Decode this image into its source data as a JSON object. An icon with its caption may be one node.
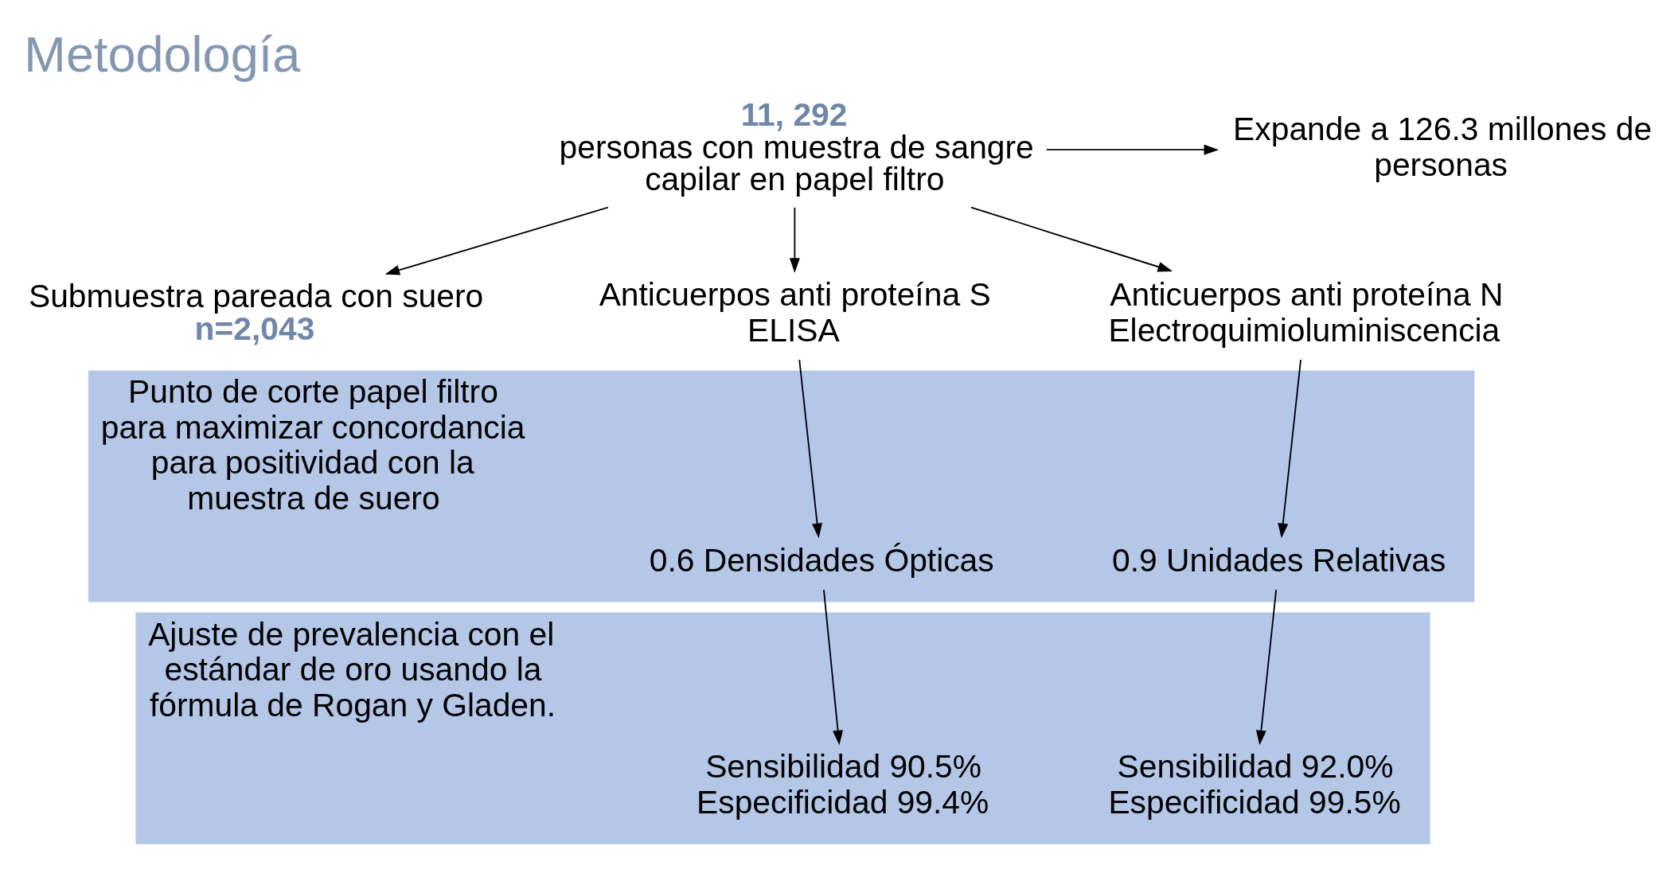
{
  "diagram": {
    "title": "Metodología",
    "nodes": [
      {
        "text": [
          "11, 292",
          "personas con muestra de sangre capilar en papel filtro"
        ]
      },
      {
        "text": [
          "Expande a 126.3 millones de personas"
        ]
      },
      {
        "text": [
          "Submuestra pareada con suero",
          "n=2,043"
        ]
      },
      {
        "text": [
          "Anticuerpos anti proteína S ELISA"
        ]
      },
      {
        "text": [
          "Anticuerpos anti proteína N Electroquimioluminiscencia"
        ]
      },
      {
        "text": [
          "Punto de corte papel filtro para maximizar concordancia para positividad con la muestra de suero"
        ]
      },
      {
        "text": [
          "0.6 Densidades Ópticas"
        ],
        "in": 5
      },
      {
        "text": [
          "0.9 Unidades Relativas"
        ],
        "in": 5
      },
      {
        "text": [
          "Ajuste de prevalencia con el estándar de oro usando la fórmula de Rogan y Gladen."
        ]
      },
      {
        "text": [
          "Sensibilidad 90.5% Especificidad 99.4%"
        ],
        "in": 8
      },
      {
        "text": [
          "Sensibilidad 92.0% Especificidad 99.5%"
        ],
        "in": 8
      }
    ],
    "edges": [
      {
        "from": 0,
        "to": 1,
        "arrow": "to"
      },
      {
        "from": 0,
        "to": 2,
        "arrow": "to"
      },
      {
        "from": 0,
        "to": 3,
        "arrow": "to"
      },
      {
        "from": 0,
        "to": 4,
        "arrow": "to"
      },
      {
        "from": 3,
        "to": 6,
        "arrow": "to"
      },
      {
        "from": 4,
        "to": 7,
        "arrow": "to"
      },
      {
        "from": 6,
        "to": 9,
        "arrow": "to"
      },
      {
        "from": 7,
        "to": 10,
        "arrow": "to"
      }
    ]
  }
}
